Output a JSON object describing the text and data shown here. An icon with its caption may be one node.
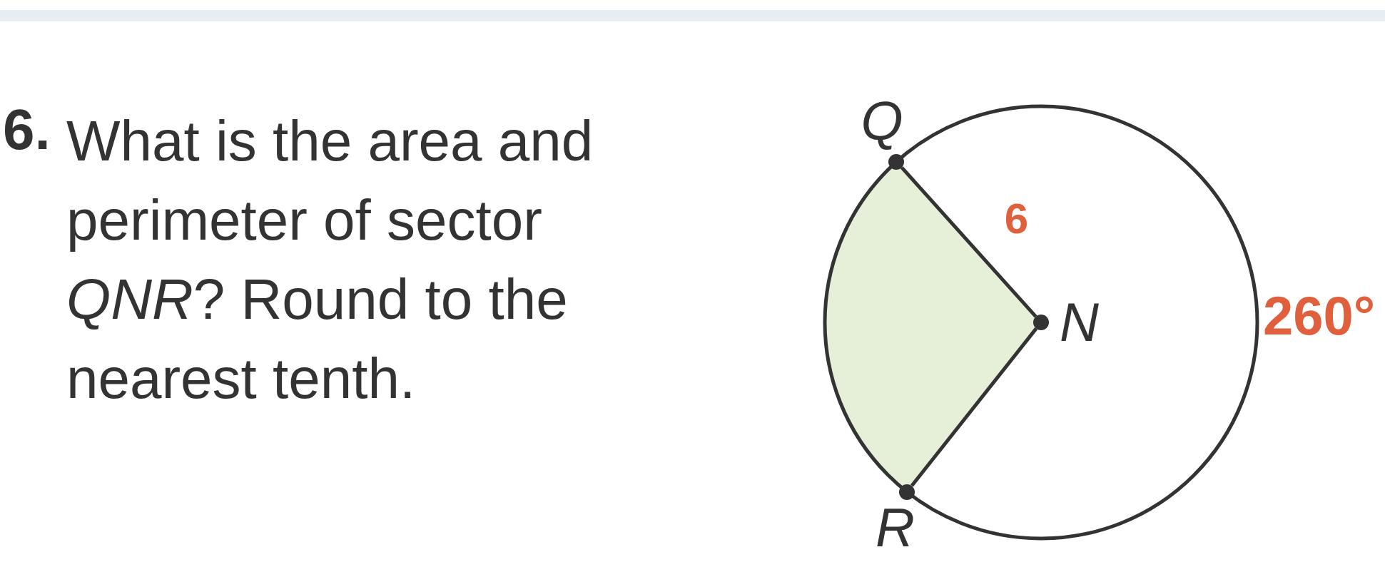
{
  "diagram": {
    "nodes": [
      {
        "text": [
          "Q"
        ]
      },
      {
        "text": [
          "N"
        ]
      },
      {
        "text": [
          "R"
        ]
      }
    ],
    "edges": [
      {
        "from": 1,
        "to": 0,
        "arrow": "none",
        "label": "6"
      },
      {
        "from": 1,
        "to": 2,
        "arrow": "none"
      }
    ],
    "labels": [
      "6.",
      "What is the area and perimeter of sector *QNR*? Round to the nearest tenth.",
      "260°"
    ]
  }
}
